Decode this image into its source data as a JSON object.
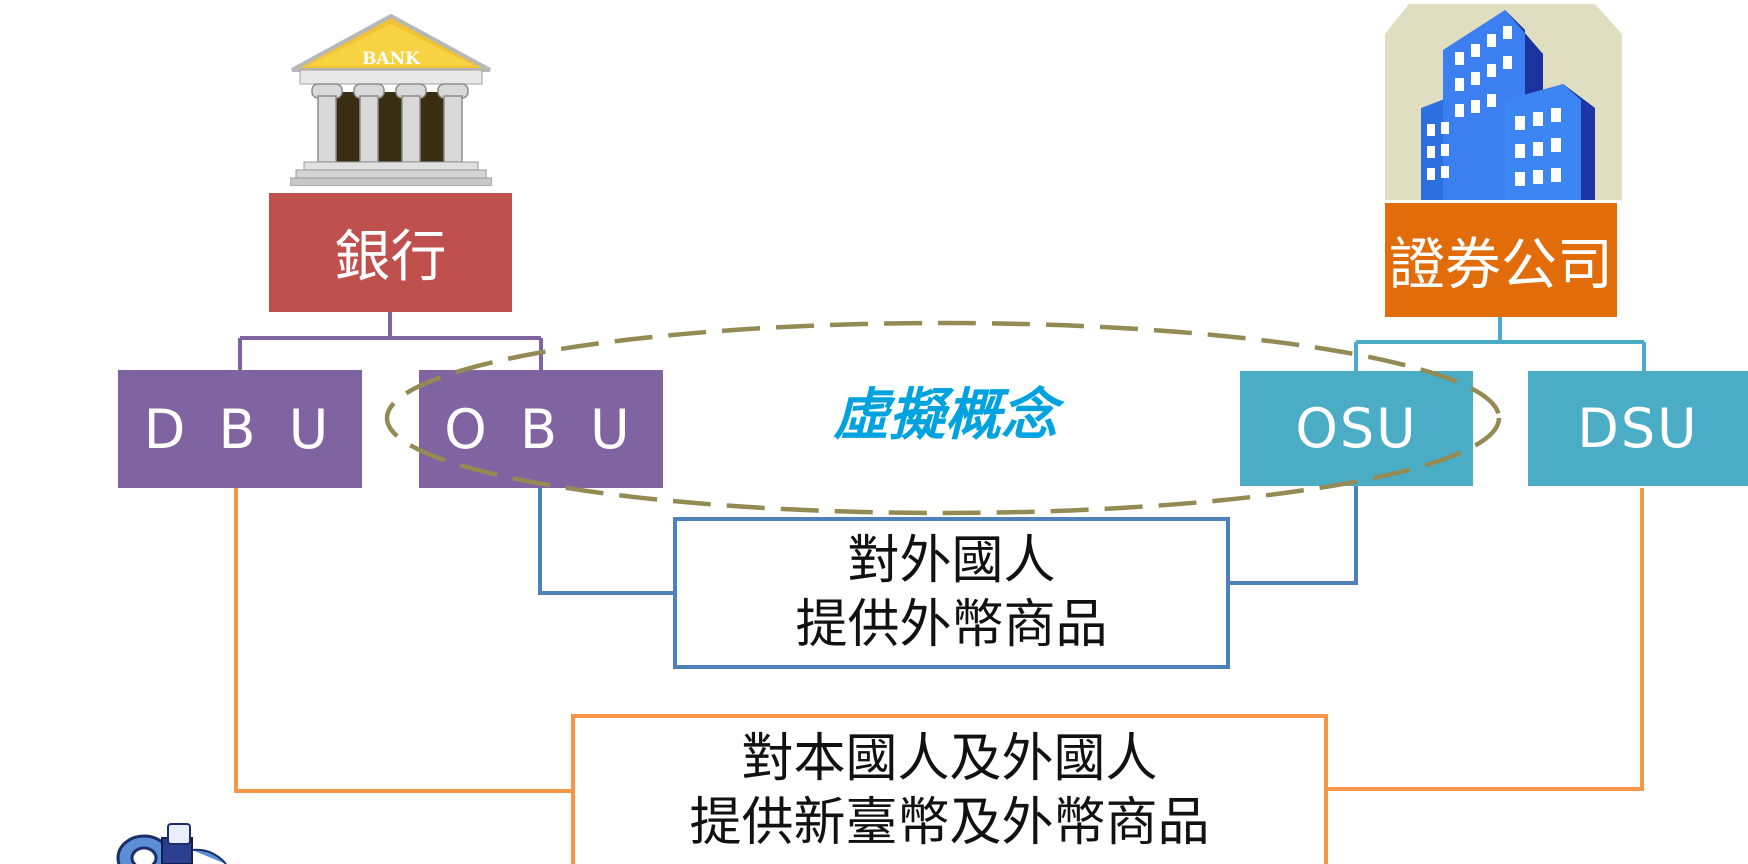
{
  "bank": {
    "label": "銀行",
    "icon": "bank-building-icon",
    "icon_text": "BANK"
  },
  "securities": {
    "label": "證券公司",
    "icon": "office-building-icon"
  },
  "units": {
    "dbu": "D B U",
    "obu": "O B U",
    "osu": "OSU",
    "dsu": "DSU"
  },
  "virtual_concept": "虛擬概念",
  "foreign_box": {
    "line1": "對外國人",
    "line2": "提供外幣商品"
  },
  "local_box": {
    "line1": "對本國人及外國人",
    "line2": "提供新臺幣及外幣商品"
  },
  "colors": {
    "bank": "#c0504d",
    "securities": "#e36c0a",
    "purple_units": "#8064a2",
    "teal_units": "#4bacc6",
    "virtual_text": "#00a3e0",
    "ellipse": "#948a54",
    "foreign_border": "#4f81bd",
    "local_border": "#f79646"
  }
}
